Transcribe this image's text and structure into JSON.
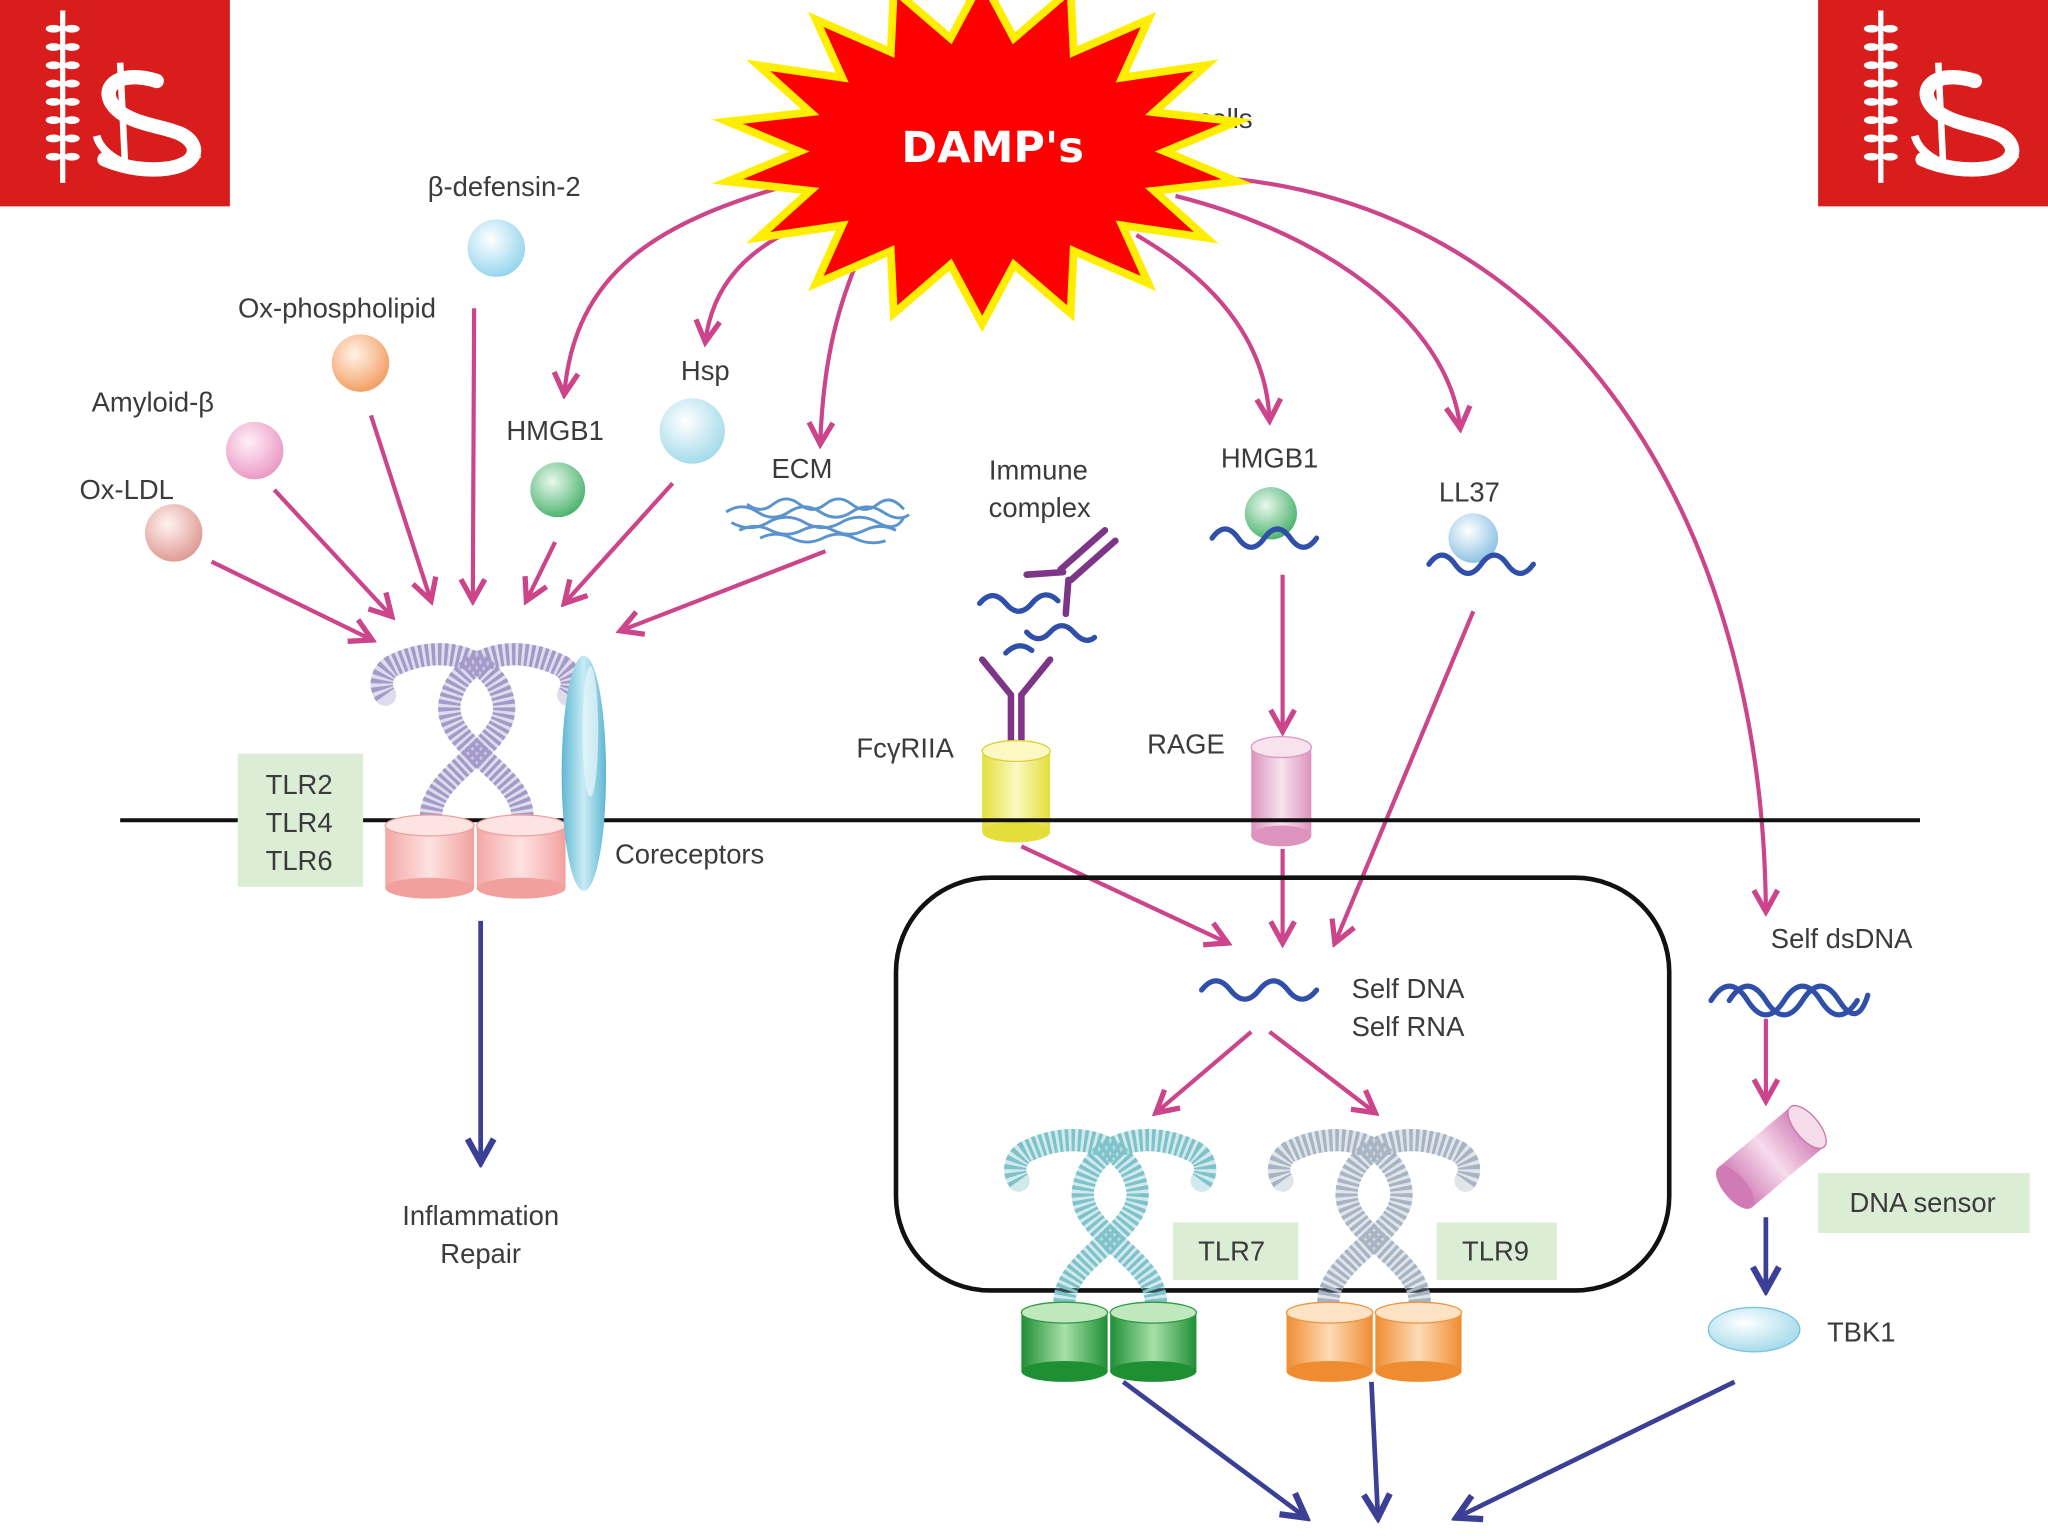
{
  "damp_burst": {
    "label": "DAMP's"
  },
  "source_label": "cells",
  "ligands": {
    "beta_defensin_2": "β-defensin-2",
    "ox_phospholipid": "Ox-phospholipid",
    "amyloid_beta": "Amyloid-β",
    "ox_ldl": "Ox-LDL",
    "hmgb1_left": "HMGB1",
    "hsp": "Hsp",
    "ecm": "ECM",
    "immune_complex": [
      "Immune",
      "complex"
    ],
    "hmgb1_right": "HMGB1",
    "ll37": "LL37",
    "self_dsdna": "Self dsDNA"
  },
  "receptors": {
    "tlr_surface": [
      "TLR2",
      "TLR4",
      "TLR6"
    ],
    "coreceptors": "Coreceptors",
    "fcgriia": "FcγRIIA",
    "rage": "RAGE",
    "tlr7": "TLR7",
    "tlr9": "TLR9",
    "dna_sensor": "DNA sensor",
    "tbk1": "TBK1"
  },
  "endosome": {
    "cargo": [
      "Self DNA",
      "Self RNA"
    ]
  },
  "outcomes": {
    "surface_tlr": [
      "Inflammation",
      "Repair"
    ]
  },
  "icons": {
    "corner_logo": "university-logo-icon",
    "burst": "starburst-icon"
  },
  "colors": {
    "arrow_pink": "#cc4489",
    "arrow_blue": "#3b3f96",
    "burst_fill": "#ff0000",
    "burst_stroke": "#ffee00",
    "logo_red": "#d91c1c",
    "label_box": "#dcedd6"
  }
}
